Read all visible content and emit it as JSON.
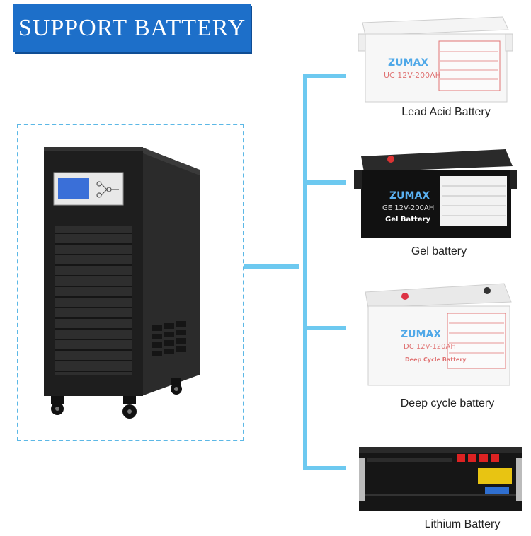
{
  "title": "SUPPORT BATTERY",
  "colors": {
    "banner": "#1d6fc9",
    "connector": "#6dc9f0",
    "frame": "#5cb8e6"
  },
  "batteries": [
    {
      "label": "Lead Acid Battery",
      "brand": "ZUMAX",
      "model": "UC 12V-200AH"
    },
    {
      "label": "Gel battery",
      "brand": "ZUMAX",
      "model": "GE 12V-200AH",
      "type": "Gel Battery"
    },
    {
      "label": "Deep cycle battery",
      "brand": "ZUMAX",
      "model": "DC 12V-120AH",
      "type": "Deep Cycle Battery"
    },
    {
      "label": "Lithium Battery"
    }
  ]
}
